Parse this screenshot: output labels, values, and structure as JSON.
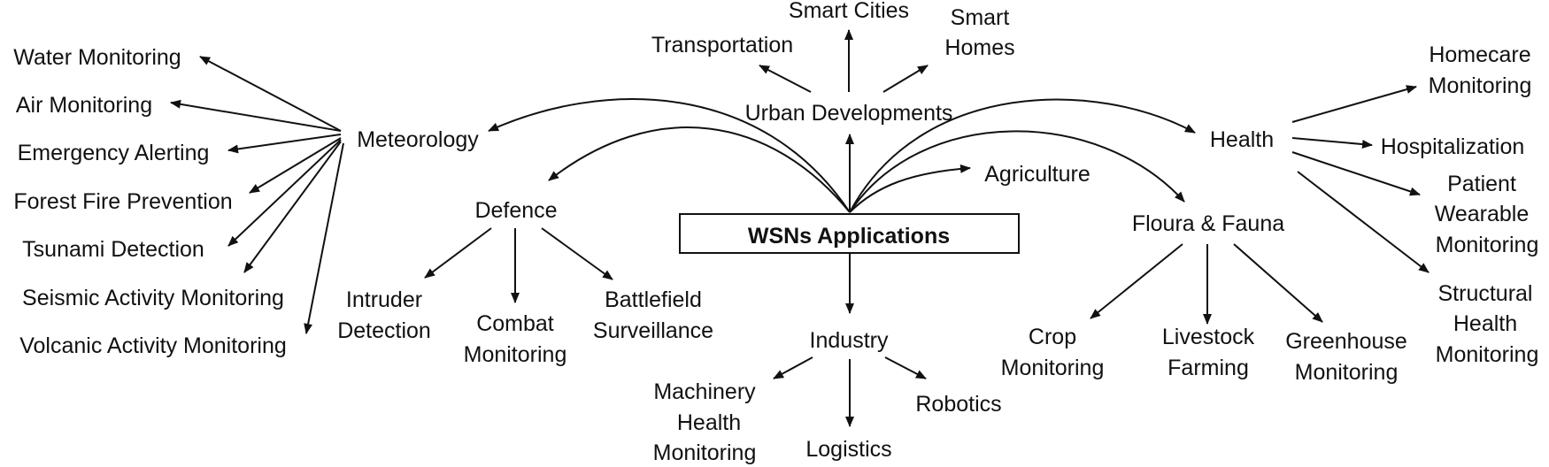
{
  "root": "WSNs Applications",
  "categories": {
    "meteorology": "Meteorology",
    "defence": "Defence",
    "urban": "Urban Developments",
    "health": "Health",
    "agriculture": "Agriculture",
    "flora_fauna": "Floura & Fauna",
    "industry": "Industry"
  },
  "meteorology_items": [
    "Water Monitoring",
    "Air Monitoring",
    "Emergency Alerting",
    "Forest Fire Prevention",
    "Tsunami Detection",
    "Seismic Activity Monitoring",
    "Volcanic Activity Monitoring"
  ],
  "defence_items": {
    "intruder": [
      "Intruder",
      "Detection"
    ],
    "combat": [
      "Combat",
      "Monitoring"
    ],
    "battlefield": [
      "Battlefield",
      "Surveillance"
    ]
  },
  "urban_items": {
    "transportation": "Transportation",
    "smart_cities": "Smart Cities",
    "smart_homes": [
      "Smart",
      "Homes"
    ]
  },
  "health_items": {
    "homecare": [
      "Homecare",
      "Monitoring"
    ],
    "hospitalization": "Hospitalization",
    "patient": [
      "Patient",
      "Wearable",
      "Monitoring"
    ],
    "structural": [
      "Structural",
      "Health",
      "Monitoring"
    ]
  },
  "flora_items": {
    "crop": [
      "Crop",
      "Monitoring"
    ],
    "livestock": [
      "Livestock",
      "Farming"
    ],
    "greenhouse": [
      "Greenhouse",
      "Monitoring"
    ]
  },
  "industry_items": {
    "machinery": [
      "Machinery",
      "Health",
      "Monitoring"
    ],
    "logistics": "Logistics",
    "robotics": "Robotics"
  }
}
